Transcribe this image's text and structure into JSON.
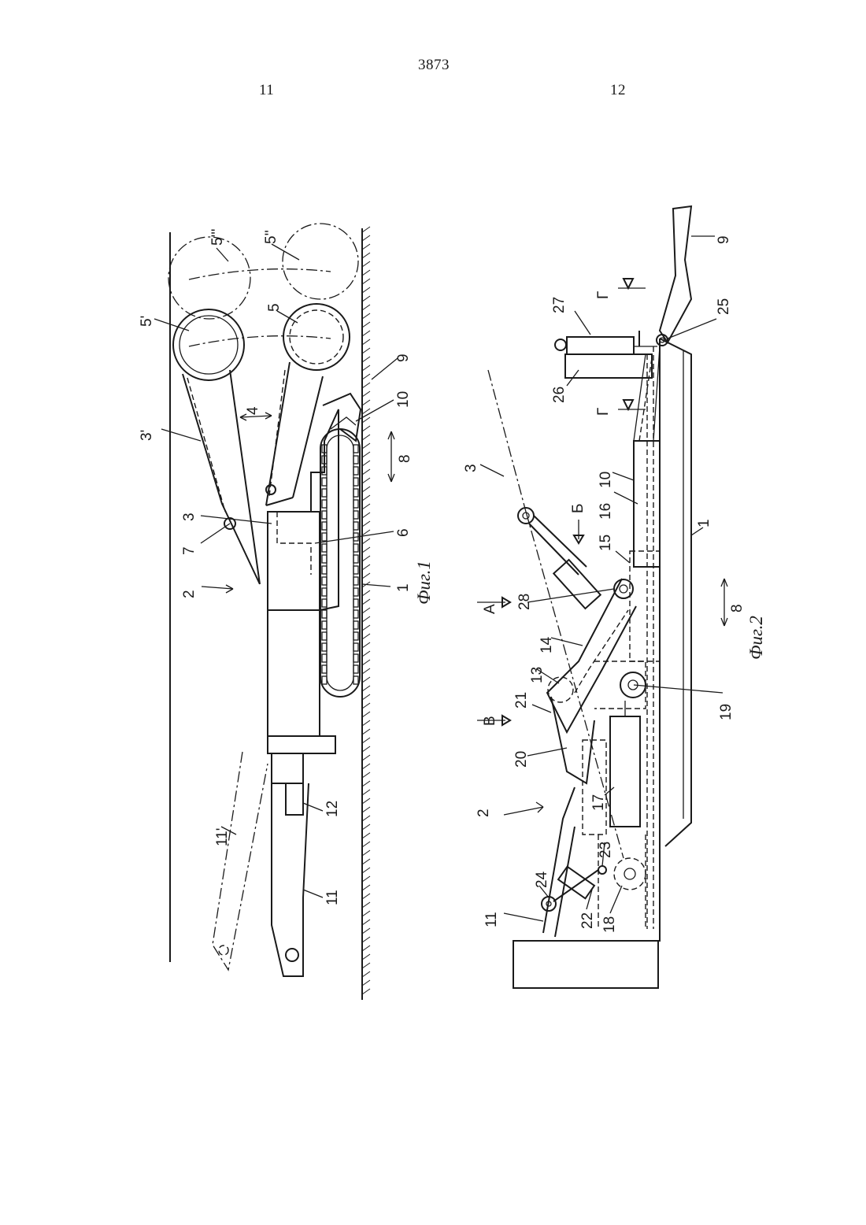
{
  "header": {
    "page_number": "3873",
    "col_left": "11",
    "col_right": "12"
  },
  "figures": [
    {
      "id": "fig1",
      "caption": "Фиг.1",
      "labels": [
        "5'''",
        "5''",
        "5'",
        "5",
        "9",
        "10",
        "3'",
        "4",
        "8",
        "3",
        "6",
        "7",
        "2",
        "1",
        "11'",
        "12",
        "11"
      ]
    },
    {
      "id": "fig2",
      "caption": "Фиг.2",
      "labels": [
        "9",
        "27",
        "Г",
        "25",
        "26",
        "Г",
        "10",
        "3",
        "16",
        "15",
        "Б",
        "1",
        "28",
        "А",
        "14",
        "8",
        "13",
        "21",
        "19",
        "В",
        "20",
        "17",
        "2",
        "23",
        "24",
        "22",
        "11",
        "18"
      ]
    }
  ]
}
